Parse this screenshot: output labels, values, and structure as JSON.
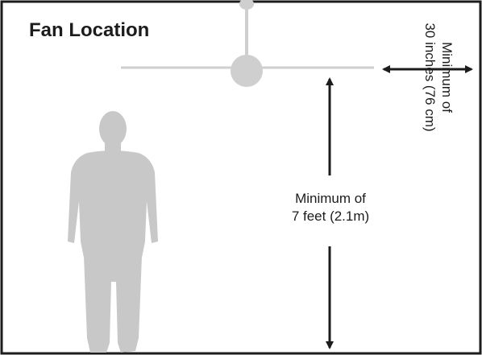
{
  "title": "Fan Location",
  "height_label": {
    "line1": "Minimum of",
    "line2": "7 feet (2.1m)"
  },
  "clearance_label": {
    "line1": "Minimum of",
    "line2": "30 inches (76 cm)"
  },
  "colors": {
    "border": "#1c1c1c",
    "text": "#1c1c1c",
    "fan": "#cfcfcf",
    "person": "#c8c8c8",
    "arrow": "#1c1c1c"
  }
}
